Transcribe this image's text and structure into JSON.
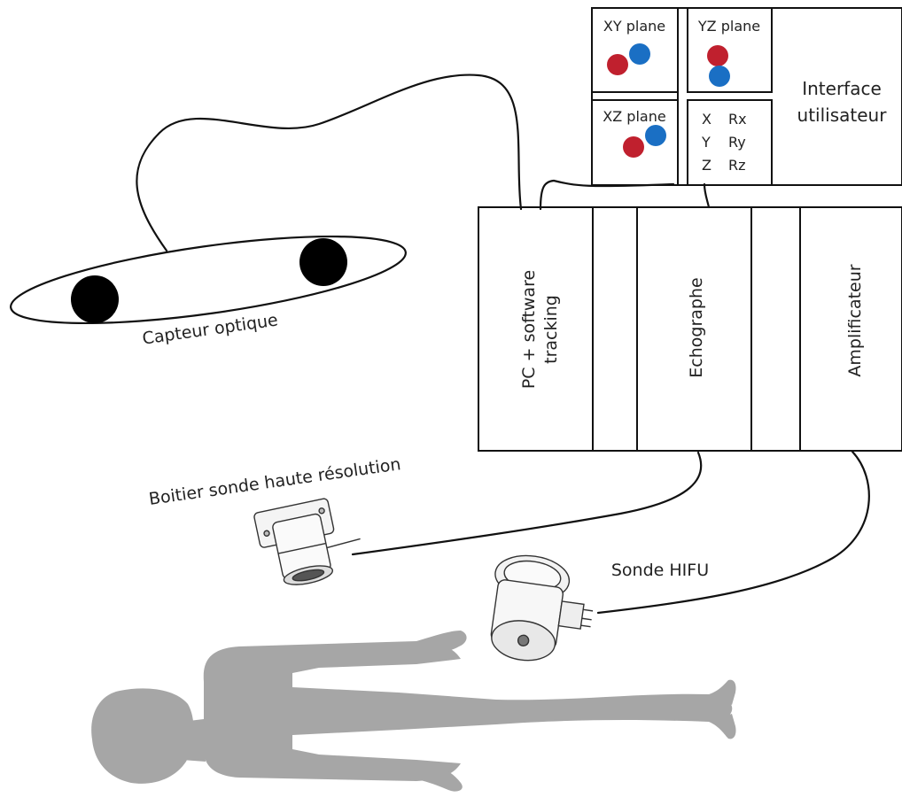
{
  "interface": {
    "title_line1": "Interface",
    "title_line2": "utilisateur",
    "panels": {
      "xy": "XY plane",
      "yz": "YZ plane",
      "xz": "XZ plane"
    },
    "coords": {
      "row1_a": "X",
      "row1_b": "Rx",
      "row2_a": "Y",
      "row2_b": "Ry",
      "row3_a": "Z",
      "row3_b": "Rz"
    },
    "marker_colors": {
      "red": "#c0202e",
      "blue": "#1a6fc4"
    }
  },
  "rack": {
    "pc_line1": "PC + software",
    "pc_line2": "tracking",
    "echographe": "Echographe",
    "amplificateur": "Amplificateur"
  },
  "labels": {
    "capteur": "Capteur optique",
    "boitier": "Boitier sonde haute résolution",
    "hifu": "Sonde HIFU"
  },
  "colors": {
    "line": "#111111",
    "silhouette": "#a6a6a6"
  }
}
